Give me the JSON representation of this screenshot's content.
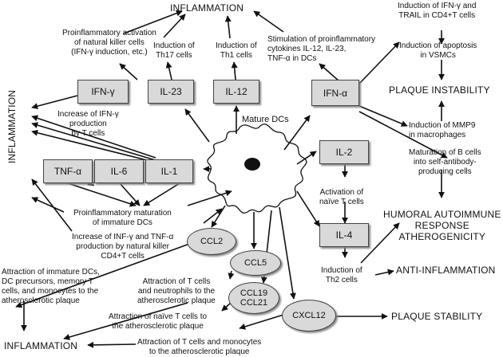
{
  "outcomes": {
    "inflammation_top": "INFLAMMATION",
    "inflammation_left": "INFLAMMATION",
    "inflammation_bottom": "INFLAMMATION",
    "plaque_instability": "PLAQUE INSTABILITY",
    "humoral": "HUMORAL AUTOIMMUNE\nRESPONSE\nATHEROGENICITY",
    "anti_inflammation": "ANTI-INFLAMMATION",
    "plaque_stability": "PLAQUE STABILITY"
  },
  "center": {
    "label": "Mature DCs"
  },
  "cytokine_boxes": {
    "ifn_gamma": "IFN-γ",
    "il23": "IL-23",
    "il12": "IL-12",
    "ifn_alpha": "IFN-α",
    "tnf_alpha": "TNF-α",
    "il6": "IL-6",
    "il1": "IL-1",
    "il2": "IL-2",
    "il4": "IL-4"
  },
  "chemokines": {
    "ccl2": "CCL2",
    "ccl5": "CCL5",
    "ccl19_21": "CCL19\nCCL21",
    "cxcl12": "CXCL12"
  },
  "annotations": {
    "nk_activation": "Proinflammatory activation\nof natural killer cells\n(IFN-γ induction, etc.)",
    "th17": "Induction of\nTh17 cells",
    "th1": "Induction of\nTh1 cells",
    "stim_cytokines": "Stimulation of proinflammatory\ncytokines IL-12, IL-23,\nTNF-α in DCs",
    "ifn_trail": "Induction of IFN-γ and\nTRAIL in CD4+T cells",
    "apoptosis": "Induction of apoptosis\nin VSMCs",
    "ifn_gamma_increase": "Increase of IFN-γ\nproduction\nby T cells",
    "mmp9": "Induction of MMP9\nin macrophages",
    "b_cells": "Maturation of B cells\ninto self-antibody-\nproducing   cells",
    "naive_activation": "Activation of\nnaïve T cells",
    "prodc": "Proinflammatory maturation\nof immature DCs",
    "nk_cd4": "Increase of INF-γ and TNF-α\nproduction by natural killer\nCD4+T cells",
    "th2": "Induction of\nTh2 cells",
    "attract_immature": "Attraction of immature DCs,\nDC precursors, memory T\ncells, and monocytes to the\natherosclerotic plaque",
    "attract_neutro": "Attraction of  T cells\nand neutrophils  to the\natherosclerotic plaque",
    "attract_naive": "Attraction of naïve T cells to\nthe atherosclerotic plaque",
    "attract_mono": "Attraction of T cells and monocytes\nto the atherosclerotic plaque"
  }
}
